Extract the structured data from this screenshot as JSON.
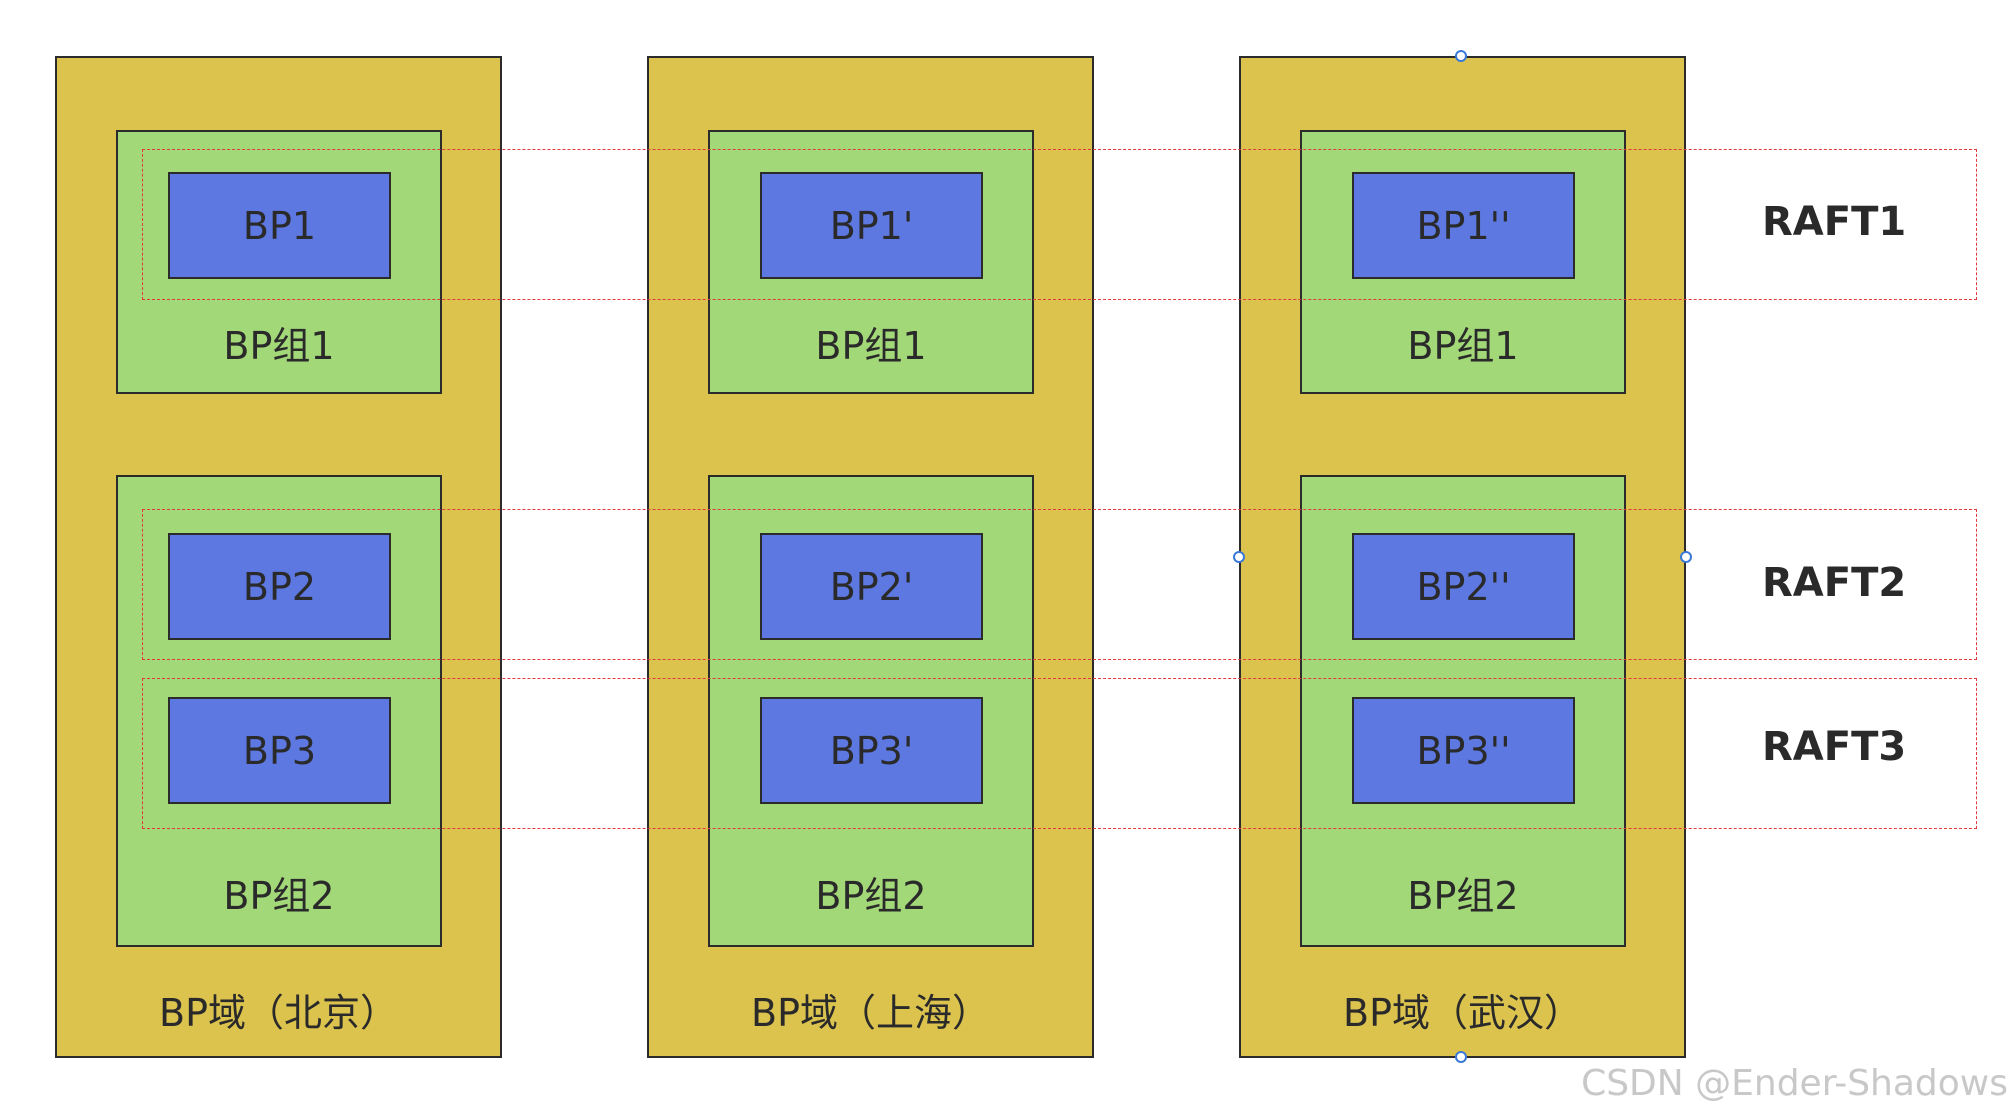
{
  "domains": [
    {
      "label": "BP域（北京）",
      "groups": [
        {
          "label": "BP组1",
          "nodes": [
            "BP1"
          ]
        },
        {
          "label": "BP组2",
          "nodes": [
            "BP2",
            "BP3"
          ]
        }
      ]
    },
    {
      "label": "BP域（上海）",
      "groups": [
        {
          "label": "BP组1",
          "nodes": [
            "BP1'"
          ]
        },
        {
          "label": "BP组2",
          "nodes": [
            "BP2'",
            "BP3'"
          ]
        }
      ]
    },
    {
      "label": "BP域（武汉）",
      "groups": [
        {
          "label": "BP组1",
          "nodes": [
            "BP1''"
          ]
        },
        {
          "label": "BP组2",
          "nodes": [
            "BP2''",
            "BP3''"
          ]
        }
      ]
    }
  ],
  "rafts": [
    "RAFT1",
    "RAFT2",
    "RAFT3"
  ],
  "watermark": "CSDN @Ender-Shadows",
  "colors": {
    "domain": "#dbc34e",
    "group": "#a2d878",
    "node": "#5d78e0",
    "raft_border": "#e0393e",
    "selection_handle": "#3a78d8"
  }
}
